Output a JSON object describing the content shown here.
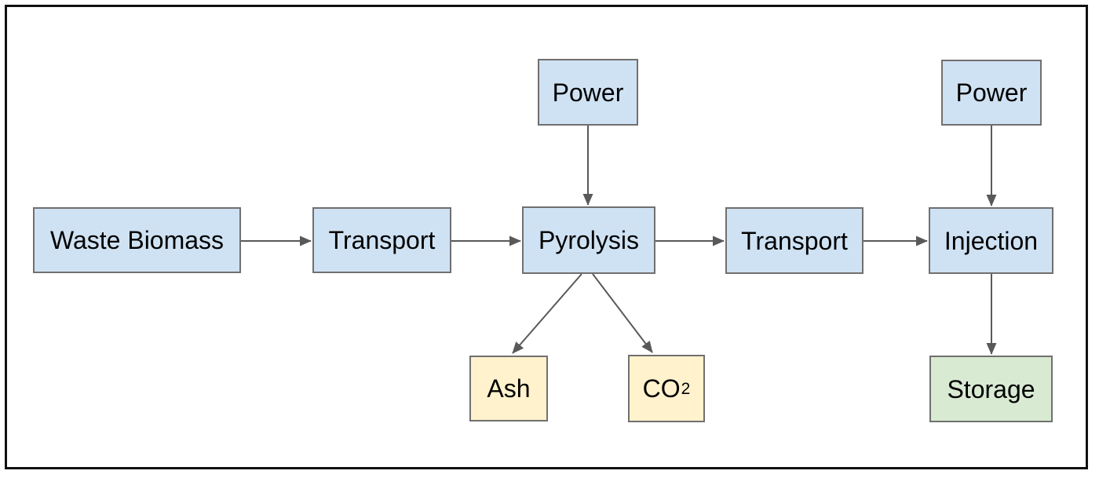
{
  "diagram": {
    "nodes": {
      "waste_biomass": {
        "label": "Waste Biomass",
        "fill": "#cfe2f3"
      },
      "transport_1": {
        "label": "Transport",
        "fill": "#cfe2f3"
      },
      "power_pyrolysis": {
        "label": "Power",
        "fill": "#cfe2f3"
      },
      "pyrolysis": {
        "label": "Pyrolysis",
        "fill": "#cfe2f3"
      },
      "transport_2": {
        "label": "Transport",
        "fill": "#cfe2f3"
      },
      "power_injection": {
        "label": "Power",
        "fill": "#cfe2f3"
      },
      "injection": {
        "label": "Injection",
        "fill": "#cfe2f3"
      },
      "ash": {
        "label": "Ash",
        "fill": "#fff2cc"
      },
      "co2": {
        "label": "CO",
        "subscript": "2",
        "fill": "#fff2cc"
      },
      "storage": {
        "label": "Storage",
        "fill": "#d9ead3"
      }
    },
    "edges": [
      {
        "from": "Waste Biomass",
        "to": "Transport"
      },
      {
        "from": "Transport",
        "to": "Pyrolysis"
      },
      {
        "from": "Power",
        "to": "Pyrolysis"
      },
      {
        "from": "Pyrolysis",
        "to": "Transport"
      },
      {
        "from": "Pyrolysis",
        "to": "Ash"
      },
      {
        "from": "Pyrolysis",
        "to": "CO2"
      },
      {
        "from": "Transport",
        "to": "Injection"
      },
      {
        "from": "Power",
        "to": "Injection"
      },
      {
        "from": "Injection",
        "to": "Storage"
      }
    ],
    "colors": {
      "process_fill": "#cfe2f3",
      "byproduct_fill": "#fff2cc",
      "storage_fill": "#d9ead3",
      "node_border": "#707070",
      "arrow": "#595959",
      "frame_border": "#111111",
      "background": "#ffffff",
      "text": "#000000"
    }
  }
}
